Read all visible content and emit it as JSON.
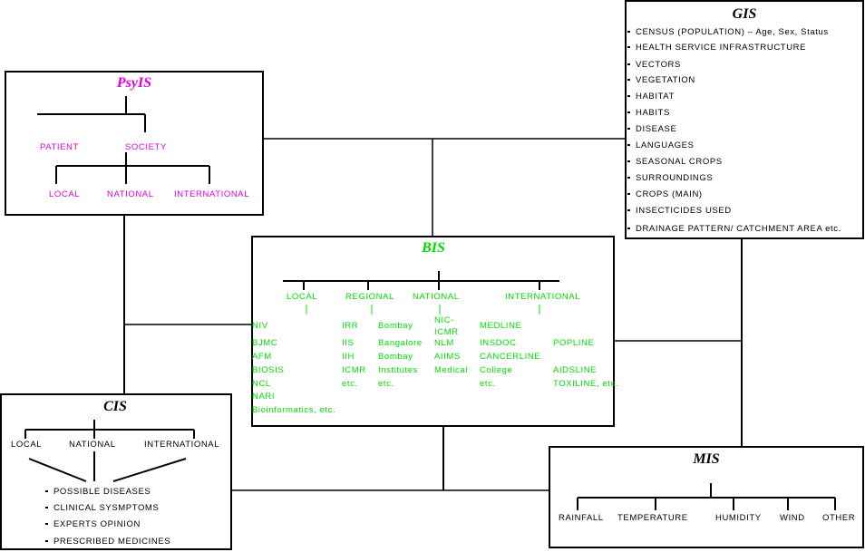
{
  "gis": {
    "title": "GIS",
    "items": [
      "CENSUS (POPULATION) – Age, Sex, Status",
      "HEALTH SERVICE INFRASTRUCTURE",
      "VECTORS",
      "VEGETATION",
      "HABITAT",
      "HABITS",
      "DISEASE",
      "LANGUAGES",
      "SEASONAL CROPS",
      "SURROUNDINGS",
      "CROPS (MAIN)",
      "INSECTICIDES USED",
      "DRAINAGE PATTERN/ CATCHMENT AREA etc."
    ]
  },
  "psyis": {
    "title": "PsyIS",
    "patient": "PATIENT",
    "society": "SOCIETY",
    "local": "LOCAL",
    "national": "NATIONAL",
    "international": "INTERNATIONAL"
  },
  "bis": {
    "title": "BIS",
    "headers": {
      "local": "LOCAL",
      "regional": "REGIONAL",
      "national": "NATIONAL",
      "international": "INTERNATIONAL"
    },
    "local": [
      "NIV",
      "BJMC",
      "AFM",
      "BIOSIS",
      "NCL",
      "NARI",
      "Bioinformatics, etc."
    ],
    "regional_a": [
      "IRR",
      "IIS",
      "IIH",
      "ICMR",
      "etc."
    ],
    "regional_b": [
      "Bombay",
      "Bangalore",
      "Bombay",
      "Institutes",
      "etc."
    ],
    "national": [
      "NIC-ICMR",
      "NLM",
      "AIIMS",
      "Medical"
    ],
    "international_a": [
      "MEDLINE",
      "INSDOC",
      "CANCERLINE",
      "College",
      "etc."
    ],
    "international_b": [
      "POPLINE",
      "AIDSLINE",
      "TOXILINE, etc."
    ]
  },
  "cis": {
    "title": "CIS",
    "local": "LOCAL",
    "national": "NATIONAL",
    "international": "INTERNATIONAL",
    "items": [
      "POSSIBLE DISEASES",
      "CLINICAL SYSMPTOMS",
      "EXPERTS OPINION",
      "PRESCRIBED MEDICINES"
    ]
  },
  "mis": {
    "title": "MIS",
    "items": [
      "RAINFALL",
      "TEMPERATURE",
      "HUMIDITY",
      "WIND",
      "OTHER"
    ]
  },
  "colors": {
    "psyis": "#dd00dd",
    "bis": "#00dd00",
    "text": "#000000"
  }
}
